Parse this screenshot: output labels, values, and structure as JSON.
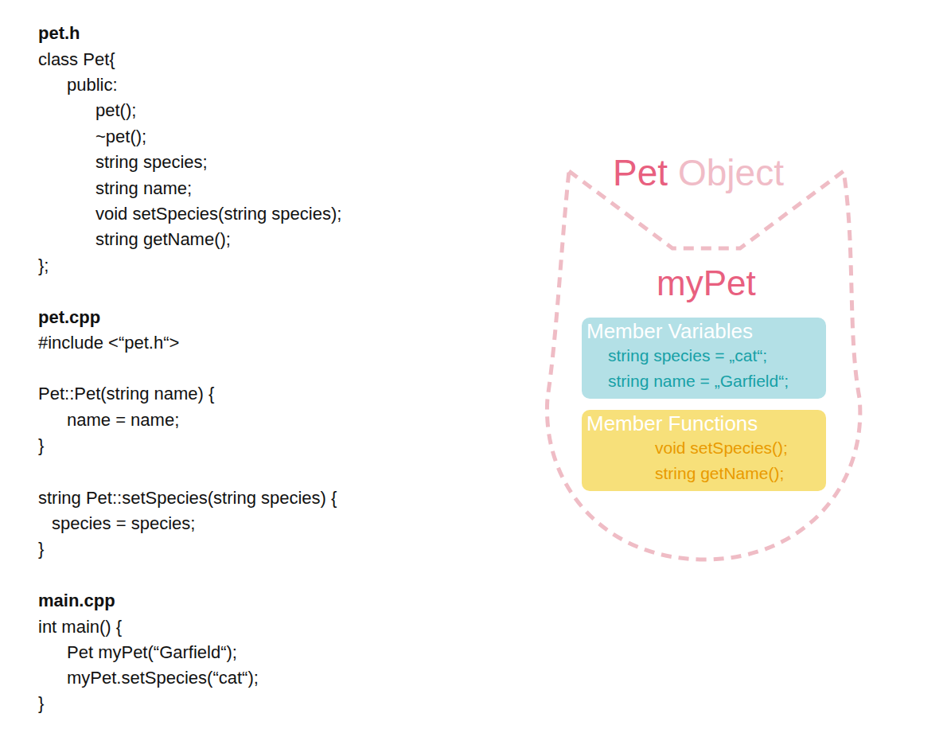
{
  "diagram": {
    "nodes": [
      {
        "text": [
          "Pet",
          "Object",
          "myPet"
        ]
      },
      {
        "text": [
          "Member Variables",
          "string species = „cat“;",
          "string name = „Garfield“;"
        ],
        "in": 0
      },
      {
        "text": [
          "Member Functions",
          "void setSpecies();",
          "string getName();"
        ],
        "in": 0
      }
    ],
    "labels": [
      "pet.h",
      "class Pet{",
      "public:",
      "pet();",
      "~pet();",
      "string species;",
      "string name;",
      "void setSpecies(string species);",
      "string getName();",
      "};",
      "pet.cpp",
      "#include <“pet.h“>",
      "Pet::Pet(string name) {",
      "name = name;",
      "}",
      "string Pet::setSpecies(string species) {",
      "species = species;",
      "}",
      "main.cpp",
      "int main() {",
      "Pet myPet(“Garfield“);",
      "myPet.setSpecies(“cat“);",
      "}"
    ]
  }
}
